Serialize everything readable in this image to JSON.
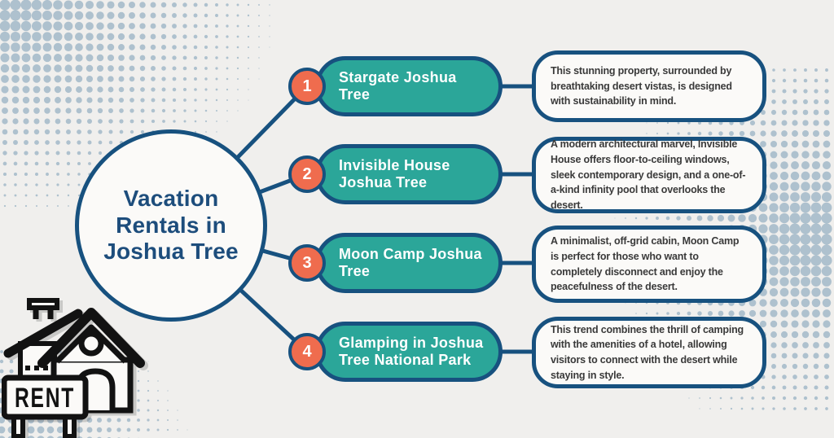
{
  "palette": {
    "background": "#f0efed",
    "navy": "#17517f",
    "teal": "#2ba699",
    "orange": "#ef6c4e",
    "title_navy": "#1d4d7c",
    "body_text": "#3a3a3a",
    "halftone_dot": "#aec1ce"
  },
  "center": {
    "title": "Vacation Rentals in Joshua Tree"
  },
  "items": [
    {
      "number": "1",
      "title": "Stargate Joshua Tree",
      "description": "This stunning property, surrounded by breathtaking desert vistas, is designed with sustainability in mind."
    },
    {
      "number": "2",
      "title": "Invisible House Joshua Tree",
      "description": "A modern architectural marvel, Invisible House offers floor-to-ceiling windows, sleek contemporary design, and a one-of-a-kind infinity pool that overlooks the desert."
    },
    {
      "number": "3",
      "title": "Moon Camp Joshua Tree",
      "description": "A minimalist, off-grid cabin, Moon Camp is perfect for those who want to completely disconnect and enjoy the peacefulness of the desert."
    },
    {
      "number": "4",
      "title": "Glamping in Joshua Tree National Park",
      "description": "This trend combines the thrill of camping with the amenities of a hotel, allowing visitors to connect with the desert while staying in style."
    }
  ],
  "house_sign": {
    "label": "RENT"
  }
}
